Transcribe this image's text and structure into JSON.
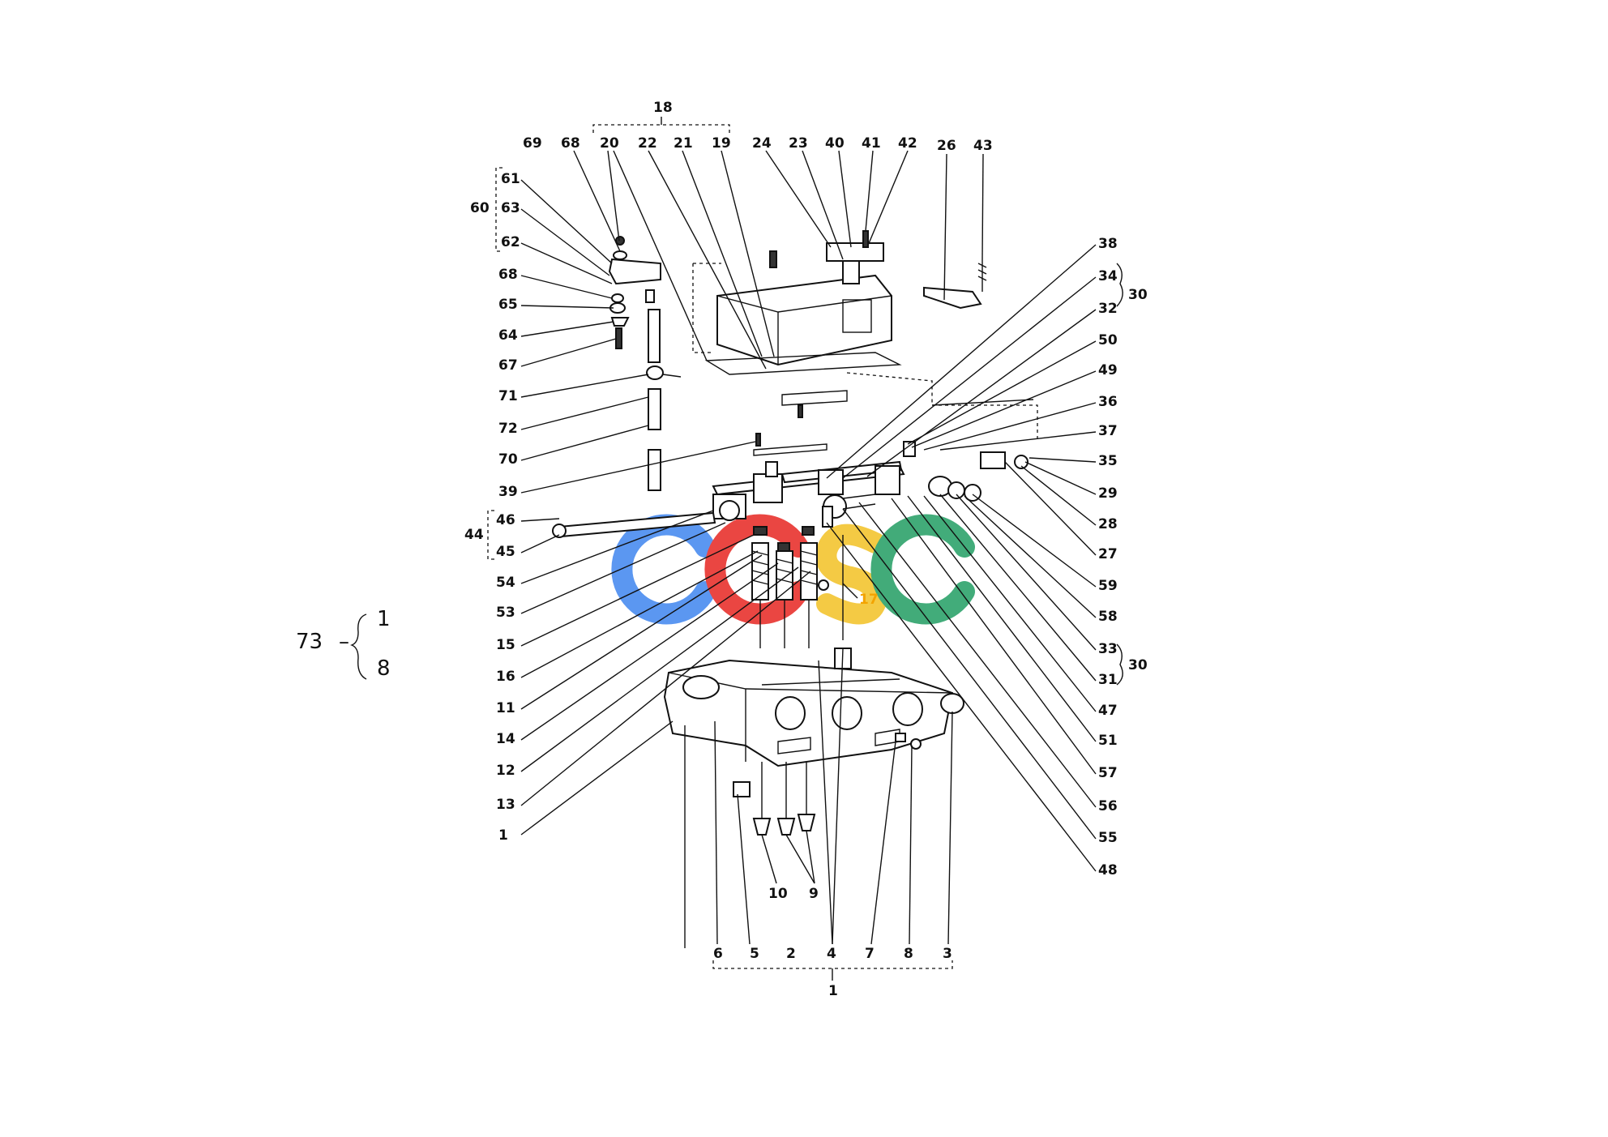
{
  "diagram": {
    "callouts": {
      "c1": "1",
      "c2": "2",
      "c3": "3",
      "c4": "4",
      "c5": "5",
      "c6": "6",
      "c7": "7",
      "c8": "8",
      "c9": "9",
      "c10": "10",
      "c11": "11",
      "c12": "12",
      "c13": "13",
      "c14": "14",
      "c15": "15",
      "c16": "16",
      "c17": "17",
      "c18": "18",
      "c19": "19",
      "c20": "20",
      "c21": "21",
      "c22": "22",
      "c23": "23",
      "c24": "24",
      "c26": "26",
      "c27": "27",
      "c28": "28",
      "c29": "29",
      "c30": "30",
      "c31": "31",
      "c32": "32",
      "c33": "33",
      "c34": "34",
      "c35": "35",
      "c36": "36",
      "c37": "37",
      "c38": "38",
      "c39": "39",
      "c40": "40",
      "c41": "41",
      "c42": "42",
      "c43": "43",
      "c44": "44",
      "c45": "45",
      "c46": "46",
      "c47": "47",
      "c48": "48",
      "c49": "49",
      "c50": "50",
      "c51": "51",
      "c53": "53",
      "c54": "54",
      "c55": "55",
      "c56": "56",
      "c57": "57",
      "c58": "58",
      "c59": "59",
      "c60": "60",
      "c61": "61",
      "c62": "62",
      "c63": "63",
      "c64": "64",
      "c65": "65",
      "c67": "67",
      "c68": "68",
      "c69": "69",
      "c70": "70",
      "c71": "71",
      "c72": "72"
    },
    "group_note": {
      "number": "73",
      "members": [
        "1",
        "8"
      ]
    },
    "watermark": {
      "letters": [
        "C",
        "C",
        "S",
        "C"
      ],
      "colors": [
        "#4a8cf0",
        "#e8332e",
        "#f3c530",
        "#2ea36b"
      ]
    }
  }
}
